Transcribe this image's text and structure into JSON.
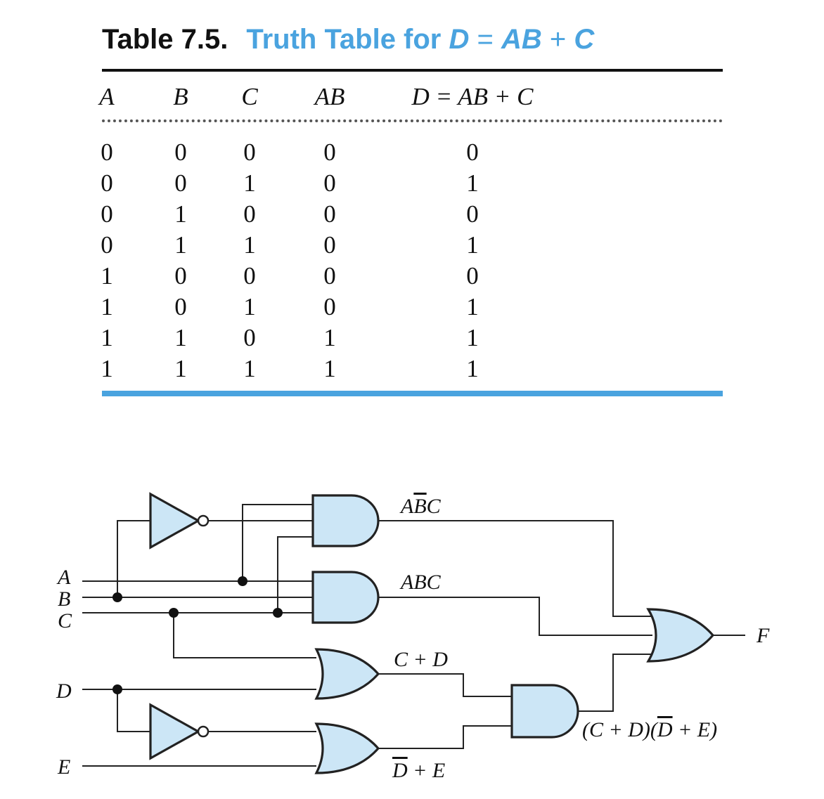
{
  "table": {
    "number": "Table 7.5.",
    "title_prefix": "Truth Table for ",
    "title_d": "D",
    "title_eq": " = ",
    "title_ab": "AB",
    "title_plus": " + ",
    "title_c": "C",
    "headers": [
      "A",
      "B",
      "C",
      "AB",
      "D = AB + C"
    ],
    "rows": [
      [
        "0",
        "0",
        "0",
        "0",
        "0"
      ],
      [
        "0",
        "0",
        "1",
        "0",
        "1"
      ],
      [
        "0",
        "1",
        "0",
        "0",
        "0"
      ],
      [
        "0",
        "1",
        "1",
        "0",
        "1"
      ],
      [
        "1",
        "0",
        "0",
        "0",
        "0"
      ],
      [
        "1",
        "0",
        "1",
        "0",
        "1"
      ],
      [
        "1",
        "1",
        "0",
        "1",
        "1"
      ],
      [
        "1",
        "1",
        "1",
        "1",
        "1"
      ]
    ]
  },
  "circuit": {
    "inputs": {
      "a": "A",
      "b": "B",
      "c": "C",
      "d": "D",
      "e": "E"
    },
    "output": "F",
    "labels": {
      "and1": {
        "pre": "A",
        "over": "B",
        "post": "C"
      },
      "and2": "ABC",
      "or1": "C + D",
      "or2": {
        "over": "D",
        "post": " + E"
      },
      "and3": {
        "pre": "(C + D)(",
        "over": "D",
        "post": " + E)"
      }
    }
  },
  "colors": {
    "accent": "#4aa3df",
    "gate_fill": "#cce6f6"
  }
}
